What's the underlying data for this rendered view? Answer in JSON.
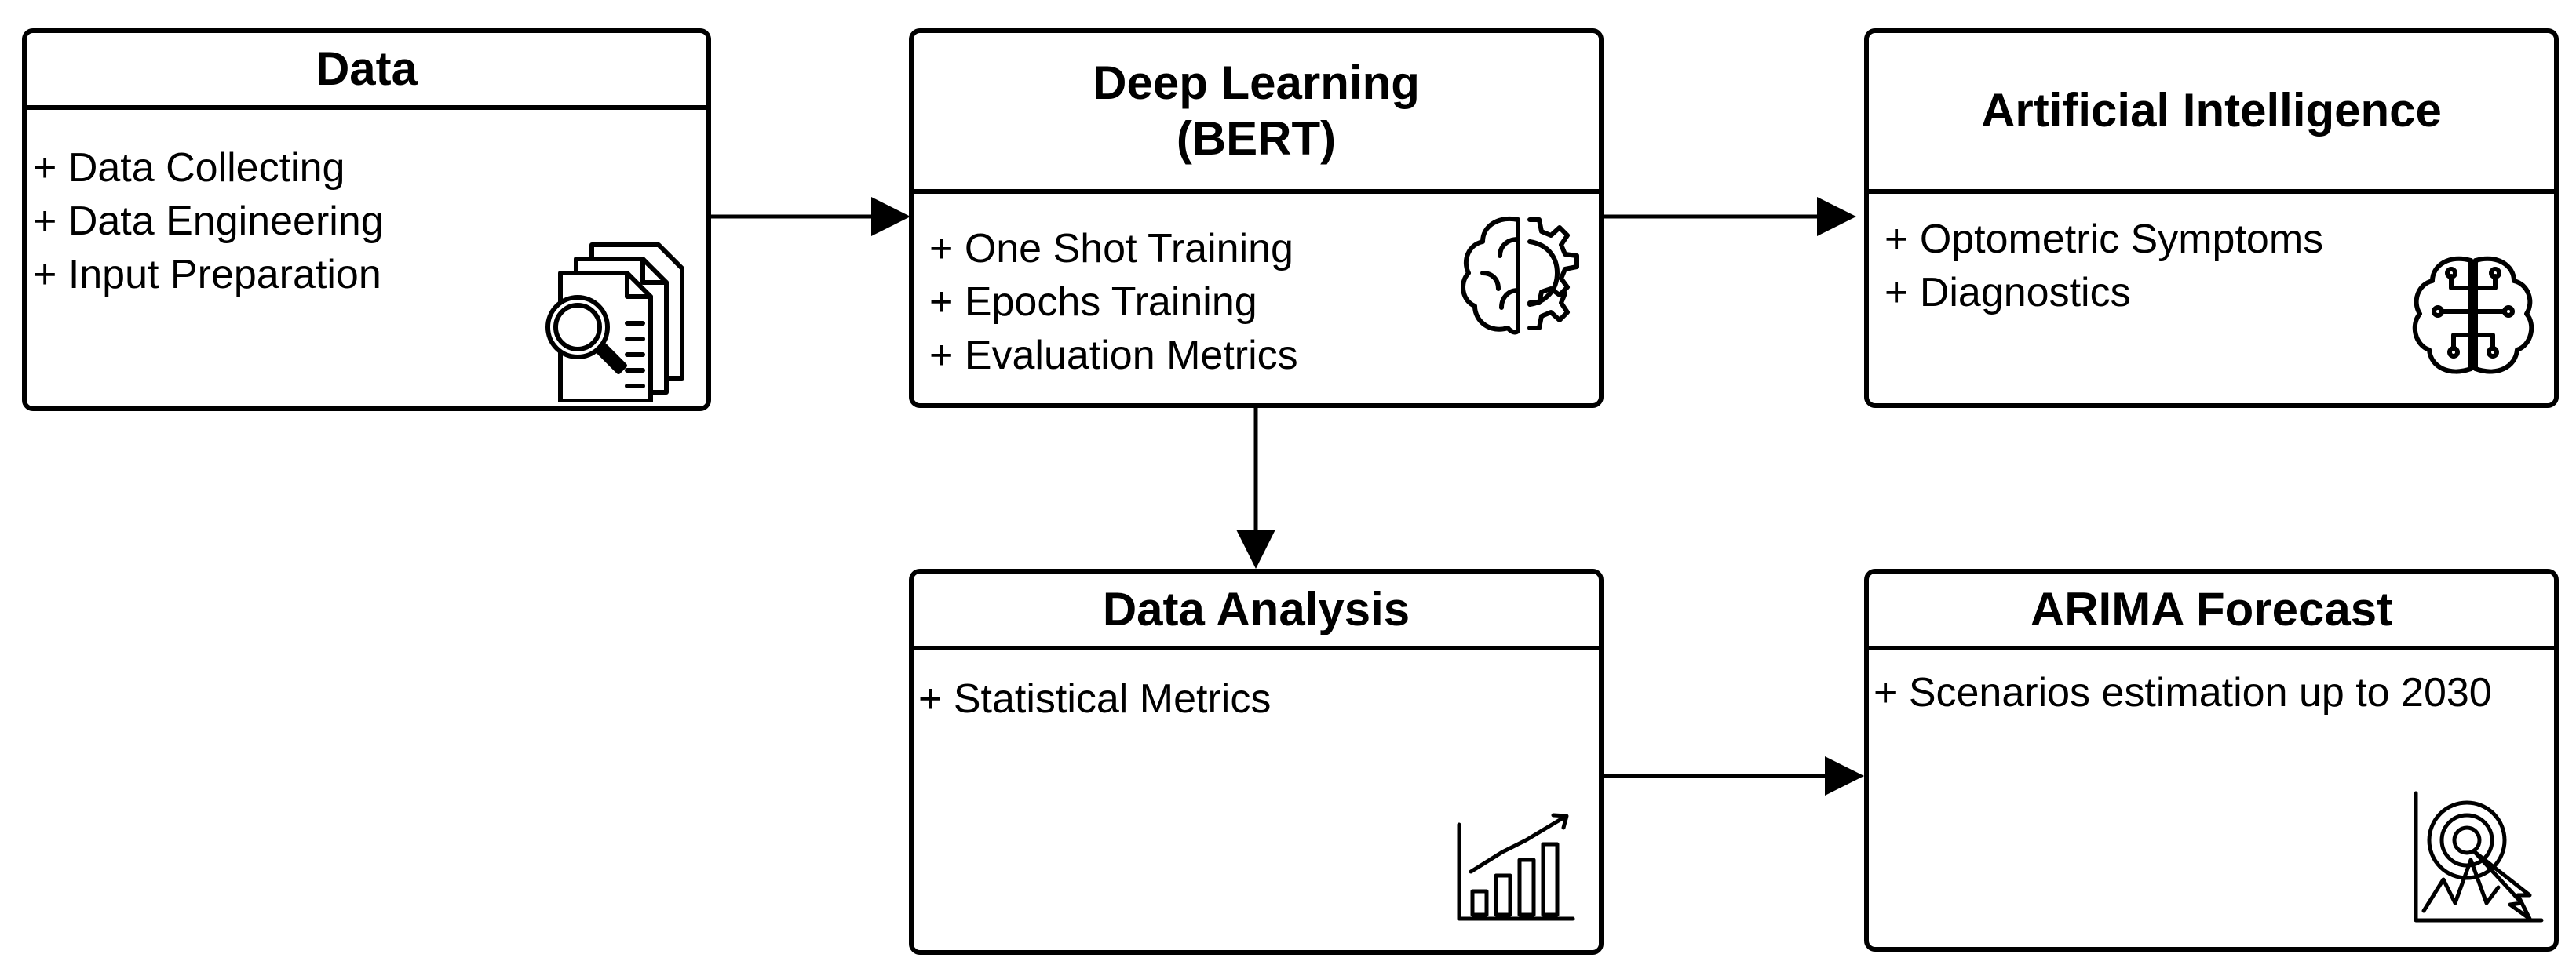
{
  "nodes": {
    "data": {
      "title": "Data",
      "items": [
        "+ Data Collecting",
        "+ Data Engineering",
        "+ Input Preparation"
      ],
      "icon": "document-search-icon"
    },
    "deep_learning": {
      "title_line1": "Deep Learning",
      "title_line2": "(BERT)",
      "items": [
        "+ One Shot Training",
        "+ Epochs Training",
        "+ Evaluation Metrics"
      ],
      "icon": "brain-gear-icon"
    },
    "ai": {
      "title": "Artificial Intelligence",
      "items": [
        "+ Optometric Symptoms",
        "+ Diagnostics"
      ],
      "icon": "ai-brain-circuit-icon"
    },
    "data_analysis": {
      "title": "Data Analysis",
      "items": [
        "+ Statistical Metrics"
      ],
      "icon": "bar-chart-growth-icon"
    },
    "arima": {
      "title": "ARIMA Forecast",
      "items": [
        "+ Scenarios estimation up to 2030"
      ],
      "icon": "target-chart-icon"
    }
  },
  "edges": [
    {
      "from": "Data",
      "to": "Deep Learning (BERT)"
    },
    {
      "from": "Deep Learning (BERT)",
      "to": "Artificial Intelligence"
    },
    {
      "from": "Deep Learning (BERT)",
      "to": "Data Analysis"
    },
    {
      "from": "Data Analysis",
      "to": "ARIMA Forecast"
    }
  ]
}
